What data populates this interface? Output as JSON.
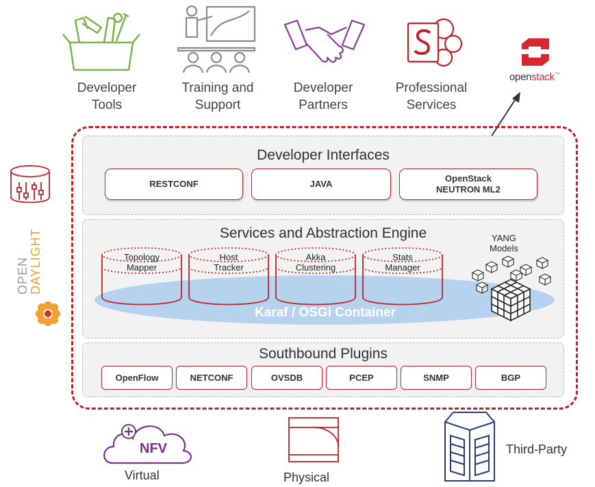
{
  "top_items": [
    {
      "label": "Developer\nTools",
      "icon": "toolbox-icon"
    },
    {
      "label": "Training and\nSupport",
      "icon": "presentation-icon"
    },
    {
      "label": "Developer\nPartners",
      "icon": "handshake-icon"
    },
    {
      "label": "Professional\nServices",
      "icon": "sharepoint-icon"
    }
  ],
  "openstack": {
    "prefix": "open",
    "suffix": "stack",
    "tm": "™"
  },
  "brand": {
    "line1": "OPEN",
    "line2": "DAYLIGHT"
  },
  "developer_interfaces": {
    "title": "Developer Interfaces",
    "items": [
      "RESTCONF",
      "JAVA",
      "OpenStack\nNEUTRON ML2"
    ]
  },
  "services": {
    "title": "Services and Abstraction Engine",
    "modules": [
      "Topology\nMapper",
      "Host\nTracker",
      "Akka\nClustering",
      "Stats\nManager"
    ],
    "container": "Karaf / OSGi Container",
    "yang": "YANG\nModels"
  },
  "southbound": {
    "title": "Southbound Plugins",
    "items": [
      "OpenFlow",
      "NETCONF",
      "OVSDB",
      "PCEP",
      "SNMP",
      "BGP"
    ]
  },
  "bottom": {
    "nfv": "NFV",
    "virtual": "Virtual",
    "physical": "Physical",
    "third_party": "Third-Party"
  },
  "colors": {
    "accent": "#c31f2a",
    "purple": "#7b2d8e",
    "navy": "#283a7e",
    "karaf": "#b5d3ee",
    "daylight": "#f0a030"
  }
}
